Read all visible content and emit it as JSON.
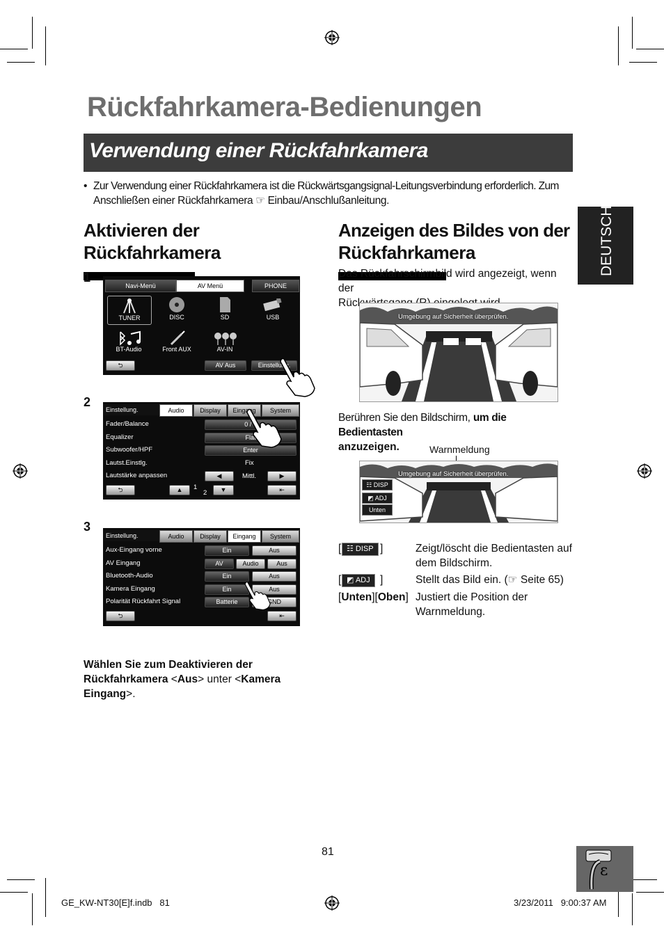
{
  "page_title": "Rückfahrkamera-Bedienungen",
  "section_title": "Verwendung einer Rückfahrkamera",
  "intro_bullet": "•",
  "intro_line1": "Zur Verwendung einer Rückfahrkamera ist die Rückwärtsgangsignal-Leitungsverbindung erforderlich. Zum",
  "intro_line2": "Anschließen einer Rückfahrkamera ☞ Einbau/Anschlußanleitung.",
  "side_tab": "DEUTSCH",
  "left": {
    "heading_line1": "Aktivieren der",
    "heading_line2": "Rückfahrkamera",
    "steps": [
      "1",
      "2",
      "3"
    ],
    "screen1": {
      "tabs": [
        "Navi-Menü",
        "AV Menü",
        "PHONE"
      ],
      "icons": [
        "TUNER",
        "DISC",
        "SD",
        "USB",
        "BT-Audio",
        "Front AUX",
        "AV-IN"
      ],
      "bottom": [
        "AV Aus",
        "Einstellung."
      ]
    },
    "screen2": {
      "tabs": [
        "Einstellung.",
        "Audio",
        "Display",
        "Eingang",
        "System"
      ],
      "rows": [
        "Fader/Balance",
        "Equalizer",
        "Subwoofer/HPF",
        "Lautst.Einstlg.",
        "Lautstärke anpassen"
      ],
      "values": [
        "0 / 0",
        "Flat",
        "Enter",
        "Fix",
        "Mittl."
      ],
      "page": "1",
      "page_total": "2"
    },
    "screen3": {
      "tabs": [
        "Einstellung.",
        "Audio",
        "Display",
        "Eingang",
        "System"
      ],
      "rows": [
        "Aux-Eingang vorne",
        "AV Eingang",
        "Bluetooth-Audio",
        "Kamera Eingang",
        "Polarität Rückfahrt Signal"
      ],
      "col1": [
        "Ein",
        "AV",
        "Ein",
        "Ein",
        "Batterie"
      ],
      "col_audio": "Audio",
      "col2": [
        "Aus",
        "Aus",
        "Aus",
        "Aus",
        "GND"
      ]
    },
    "note_bold1": "Wählen Sie zum Deaktivieren der",
    "note_bold2": "Rückfahrkamera",
    "note_lt1": "<",
    "note_aus": "Aus",
    "note_gt1": ">",
    "note_mid": "unter",
    "note_lt2": "<",
    "note_kamera": "Kamera",
    "note_eingang": "Eingang",
    "note_end": ">."
  },
  "right": {
    "heading_line1": "Anzeigen des Bildes von der",
    "heading_line2": "Rückfahrkamera",
    "desc_line1": "Das Rückfahrschirmbild wird angezeigt, wenn der",
    "desc_line2": "Rückwärtsgang (R) eingelegt wird.",
    "cam_warning": "Umgebung auf Sicherheit überprüfen.",
    "touch_text": "Berühren Sie den Bildschirm,",
    "touch_bold": "um die Bedientasten",
    "touch_bold2": "anzuzeigen.",
    "callout": "Warnmeldung",
    "cam_buttons": [
      "DISP",
      "ADJ",
      "Unten"
    ],
    "defs": [
      {
        "key_open": "[",
        "key": "DISP",
        "key_close": "]",
        "desc1": "Zeigt/löscht die Bedientasten auf",
        "desc2": "dem Bildschirm."
      },
      {
        "key_open": "[",
        "key": "ADJ",
        "key_close": "]",
        "desc1": "Stellt das Bild ein. (☞ Seite 65)",
        "desc2": ""
      },
      {
        "key_open": "[",
        "key": "Unten",
        "key_mid": "][",
        "key2": "Oben",
        "key_close": "]",
        "desc1": "Justiert die Position der",
        "desc2": "Warnmeldung."
      }
    ]
  },
  "page_number": "81",
  "footer_left": "GE_KW-NT30[E]f.indb   81",
  "footer_right": "3/23/2011   9:00:37 AM",
  "colors": {
    "title": "#6e6e6e",
    "section_bar": "#3c3c3c",
    "side_tab": "#222222"
  }
}
